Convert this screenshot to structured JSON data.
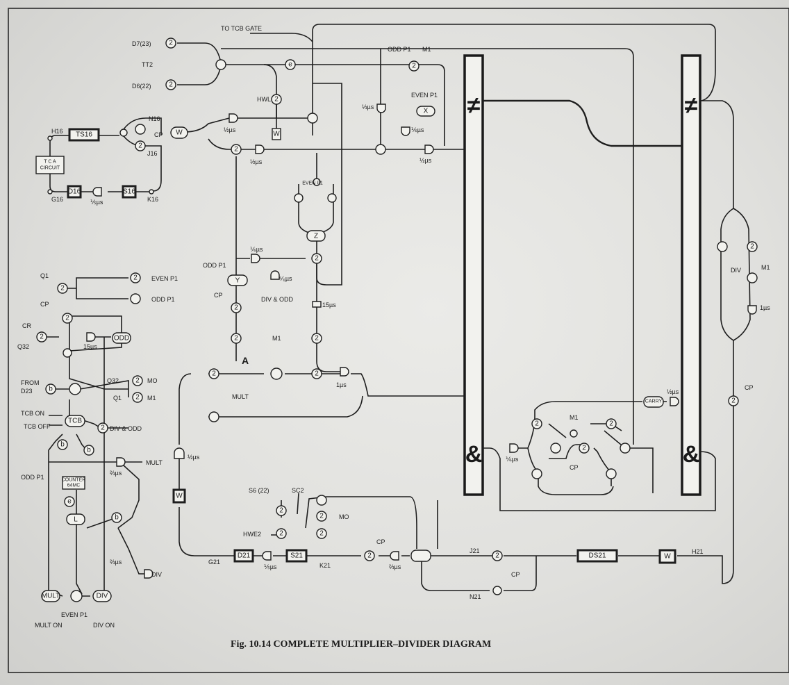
{
  "caption": "Fig. 10.14   COMPLETE MULTIPLIER–DIVIDER DIAGRAM",
  "labels": {
    "to_tcb_gate": "TO TCB GATE",
    "d7": "D7(23)",
    "tt2": "TT2",
    "d6": "D6(22)",
    "odd_p1_top": "ODD P1",
    "m1_top": "M1",
    "hwl": "HWL",
    "even_p1_top": "EVEN P1",
    "third_us": "⅓µs",
    "sixth_us_a": "⅙µs",
    "half_us_a": "½µs",
    "half_us_b": "½µs",
    "half_us_c": "½µs",
    "half_us_d": "½µs",
    "n16": "N16",
    "cp_ts": "CP",
    "j16": "J16",
    "h16": "H16",
    "g16": "G16",
    "k16": "K16",
    "ts16": "TS16",
    "tca1": "T C A",
    "tca2": "CIRCUIT",
    "d16": "D16",
    "s16": "S16",
    "fifth_us": "⅕µs",
    "even_p1_mid": "EVEN P1",
    "odd_p1_y": "ODD P1",
    "cp_y": "CP",
    "sixteenth_us": "⅙µs",
    "five_sixth_us": "⁵⁄₆µs",
    "div_odd_mid": "DIV & ODD",
    "fifteen_us_mid": "15µs",
    "m1_mid": "M1",
    "big_a": "A",
    "mult_mid": "MULT",
    "one_us_mid": "1µs",
    "q1": "Q1",
    "cp_left": "CP",
    "even_p1_left": "EVEN P1",
    "odd_p1_left": "ODD P1",
    "cr": "CR",
    "q32": "Q32",
    "fifteen_us_left": "15µs",
    "odd_box": "ODD",
    "from_d23a": "FROM",
    "from_d23b": "D23",
    "q32_mo": "Q32",
    "mo": "MO",
    "q1_m1": "Q1",
    "m1": "M1",
    "tcb_on": "TCB ON",
    "tcb_off": "TCB OFF",
    "tcb": "TCB",
    "div_odd_left": "DIV & ODD",
    "mult_left": "MULT",
    "odd_p1_counter": "ODD P1",
    "counter1": "COUNTER",
    "counter2": "64MC",
    "two_third_us_a": "⅔µs",
    "two_third_us_b": "⅔µs",
    "div_left": "DIV",
    "mult_box": "MULT",
    "div_box": "DIV",
    "even_p1_bottom": "EVEN P1",
    "mult_on": "MULT ON",
    "div_on": "DIV ON",
    "half_us_w": "½µs",
    "s6": "S6 (22)",
    "sc2": "SC2",
    "mo_bot": "MO",
    "hwe2": "HWE2",
    "g21": "G21",
    "d21": "D21",
    "fifth_us_b": "⅕µs",
    "s21": "S21",
    "k21": "K21",
    "cp_bot": "CP",
    "two_third_us_c": "⅔µs",
    "j21": "J21",
    "cp_bot2": "CP",
    "n21": "N21",
    "ds21": "DS21",
    "h21": "H21",
    "m1_adder": "M1",
    "cp_adder": "CP",
    "sixth_us_b": "⅙µs",
    "carry": "CARRY",
    "half_us_carry": "½µs",
    "cp_right": "CP",
    "div_right": "DIV",
    "m1_right": "M1",
    "one_us_right": "1µs",
    "ne": "≠",
    "amp": "&",
    "n2": "2",
    "e": "e",
    "w": "W",
    "x": "X",
    "y": "Y",
    "z": "Z",
    "b": "b",
    "l": "L"
  }
}
